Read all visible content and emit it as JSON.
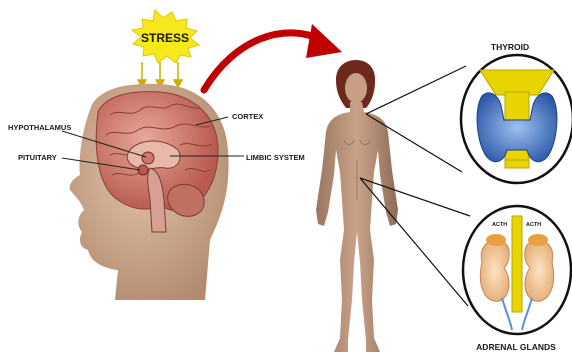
{
  "labels": {
    "stress": "STRESS",
    "hypothalamus": "HYPOTHALAMUS",
    "cortex": "CORTEX",
    "pituitary": "PITUITARY",
    "limbic_system": "LIMBIC SYSTEM",
    "thyroid": "THYROID",
    "adrenal_glands": "ADRENAL GLANDS",
    "acth_left": "ACTH",
    "acth_right": "ACTH"
  },
  "colors": {
    "stress_burst": "#f7e81c",
    "arrow": "#c00000",
    "skin": "#c39a7e",
    "brain": "#d98a7c",
    "thyroid_tissue": "#3d6fc4",
    "thyroid_cartilage": "#e8d400",
    "kidney": "#f0c89a",
    "adrenal": "#e8a040"
  }
}
